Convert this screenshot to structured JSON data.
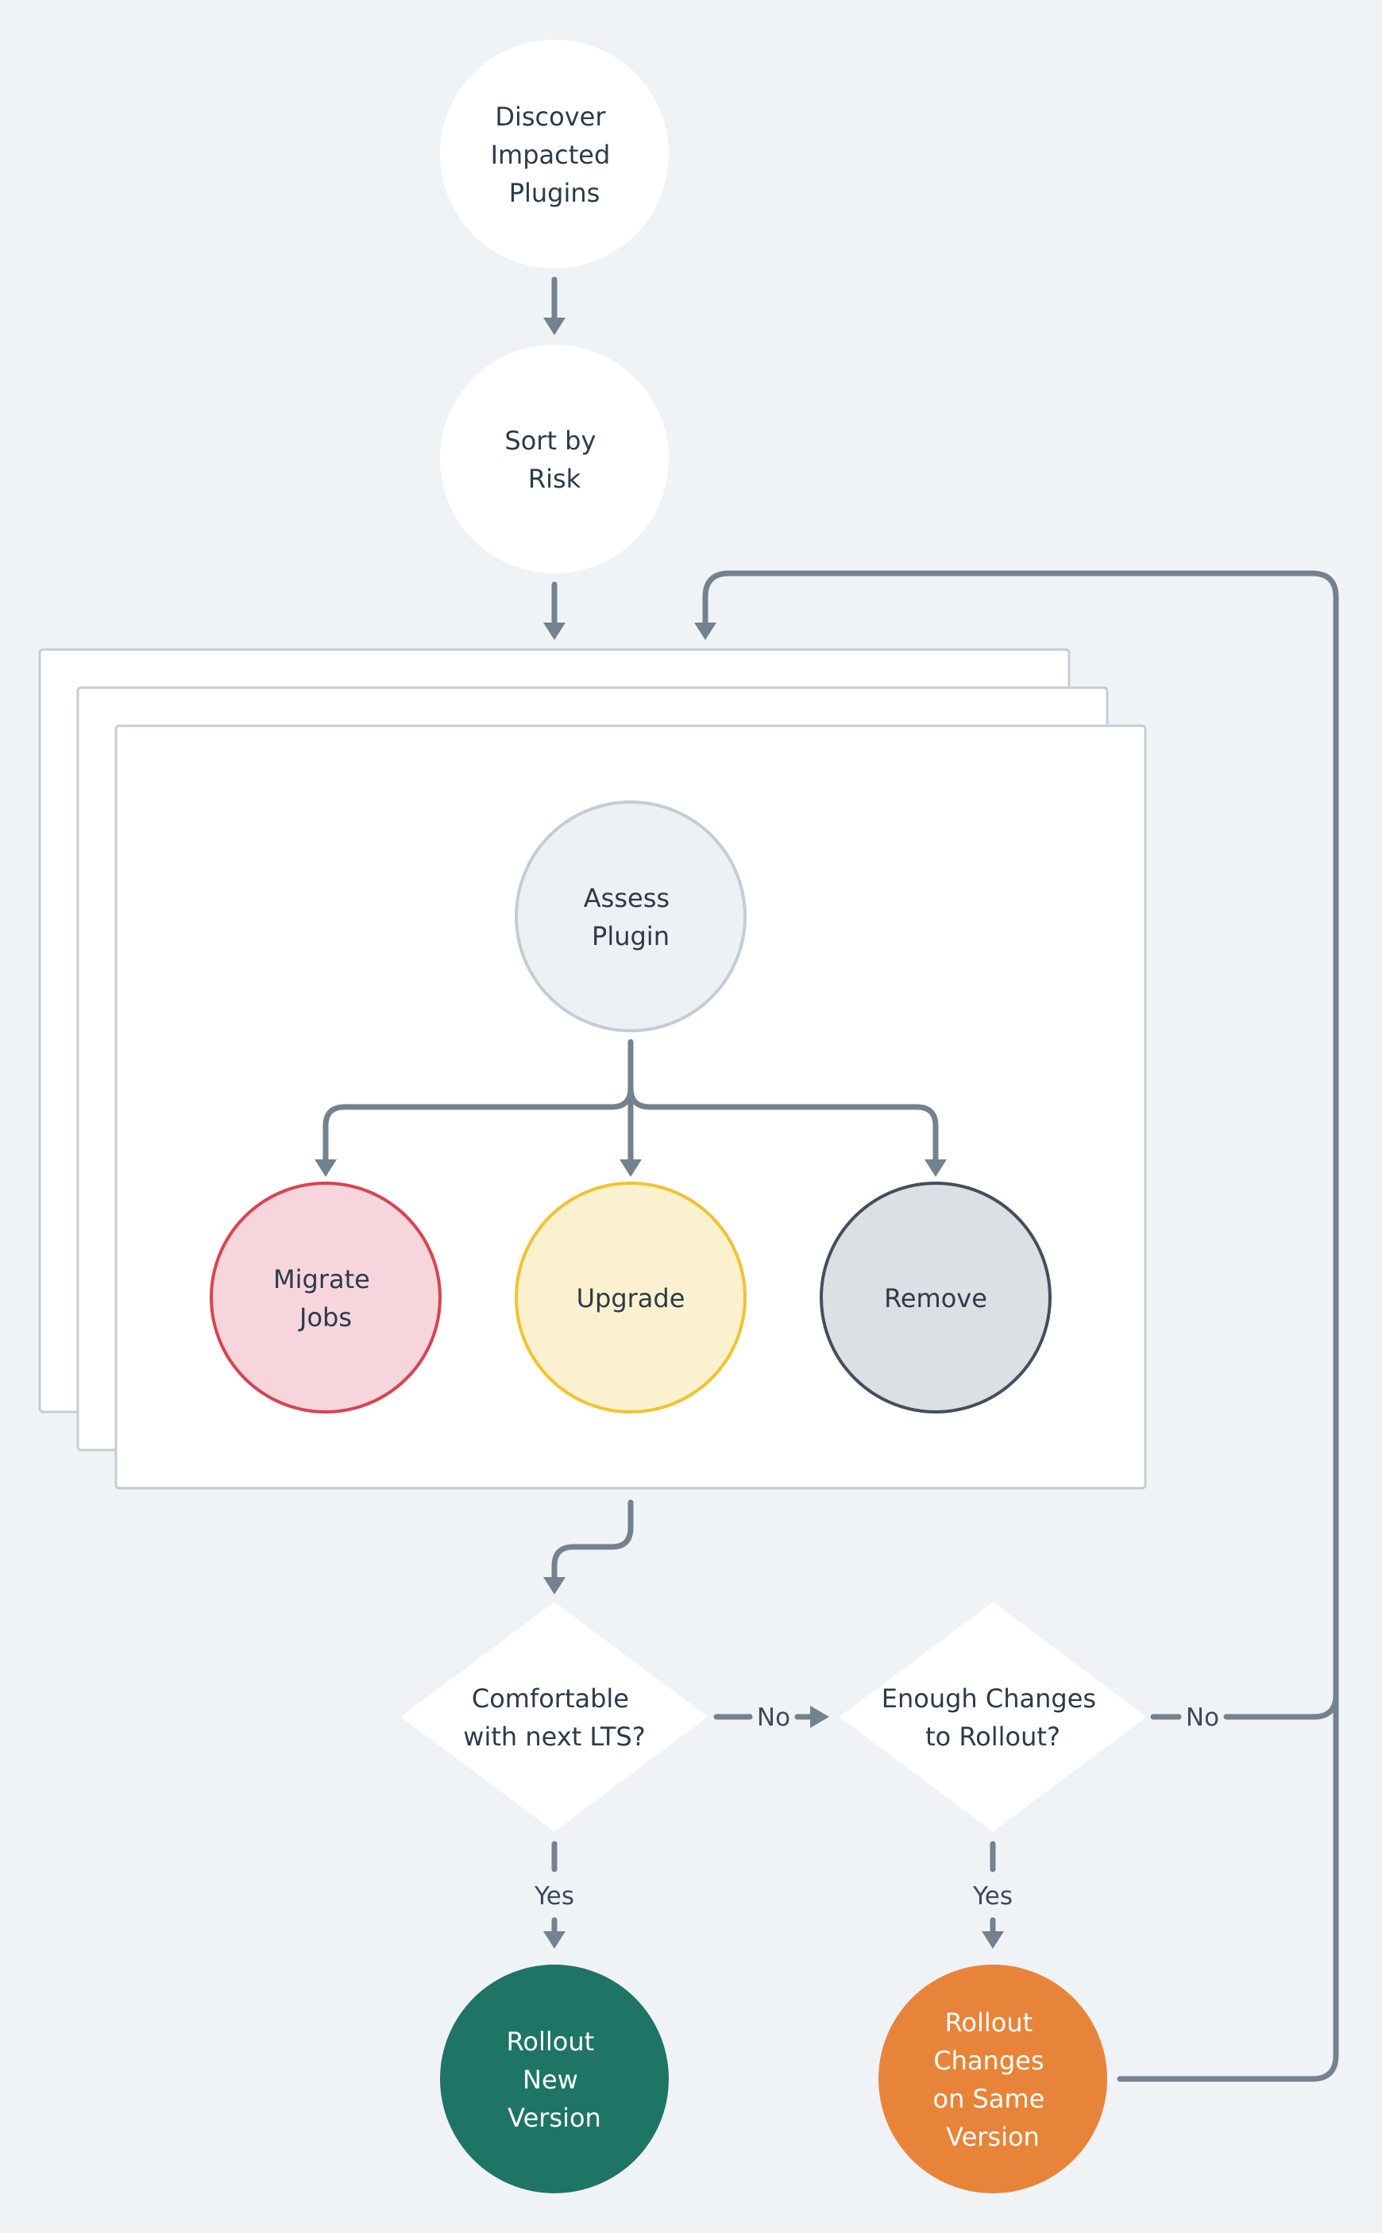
{
  "nodes": {
    "discover": [
      "Discover",
      "Impacted",
      "Plugins"
    ],
    "sort": [
      "Sort by",
      "Risk"
    ],
    "assess": [
      "Assess",
      "Plugin"
    ],
    "migrate": [
      "Migrate",
      "Jobs"
    ],
    "upgrade": [
      "Upgrade"
    ],
    "remove": [
      "Remove"
    ],
    "comfortable": [
      "Comfortable",
      "with next LTS?"
    ],
    "enough": [
      "Enough Changes",
      "to Rollout?"
    ],
    "rollout_new": [
      "Rollout",
      "New",
      "Version"
    ],
    "rollout_same": [
      "Rollout",
      "Changes",
      "on Same",
      "Version"
    ]
  },
  "edge_labels": {
    "comfortable_no": "No",
    "enough_no": "No",
    "comfortable_yes": "Yes",
    "enough_yes": "Yes"
  },
  "colors": {
    "background": "#f0f3f6",
    "edge": "#74818f",
    "migrate_fill": "#f6d6dc",
    "migrate_stroke": "#d9434f",
    "upgrade_fill": "#fcf1cf",
    "upgrade_stroke": "#f1c232",
    "remove_fill": "#dcdfe3",
    "remove_stroke": "#434f5e",
    "assess_fill": "#eef1f4",
    "assess_stroke": "#c4ccd5",
    "rollout_new_fill": "#1e7566",
    "rollout_same_fill": "#e8843a"
  }
}
